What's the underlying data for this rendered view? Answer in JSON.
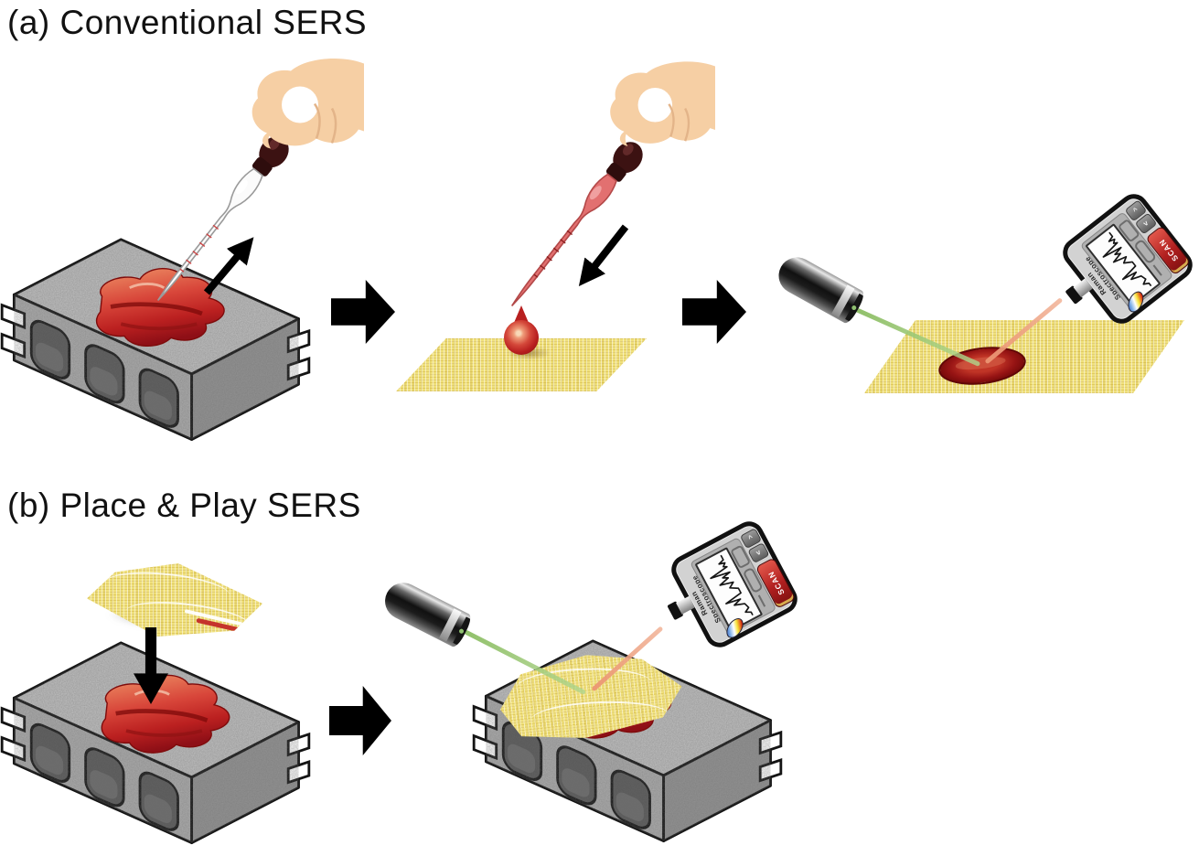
{
  "figure": {
    "panel_a_title": "(a) Conventional SERS",
    "panel_b_title": "(b) Place & Play SERS"
  },
  "device": {
    "label_line1": "Raman",
    "label_line2": "Spectroscope",
    "scan_label": "SCAN",
    "up_glyph": "^",
    "down_glyph": "v",
    "spectrum_points": [
      [
        31,
        3
      ],
      [
        31,
        9
      ],
      [
        24,
        11
      ],
      [
        31,
        13
      ],
      [
        27,
        16
      ],
      [
        31,
        18
      ],
      [
        7,
        21
      ],
      [
        31,
        25
      ],
      [
        20,
        27
      ],
      [
        26,
        30
      ],
      [
        13,
        33
      ],
      [
        29,
        37
      ],
      [
        22,
        41
      ],
      [
        31,
        46
      ],
      [
        31,
        52
      ],
      [
        9,
        55
      ],
      [
        27,
        58
      ],
      [
        17,
        61
      ],
      [
        29,
        65
      ],
      [
        31,
        71
      ],
      [
        25,
        74
      ],
      [
        31,
        77
      ],
      [
        31,
        81
      ]
    ]
  },
  "colors": {
    "substrate_yellow": "#f0e17c",
    "blood_red": "#b51c1c",
    "laser_green": "#8bbd63",
    "laser_red": "#eb9471",
    "scan_button_red": "#b01f1f",
    "hand_skin": "#f6cfa4",
    "block_gray": "#b3b3b3"
  }
}
